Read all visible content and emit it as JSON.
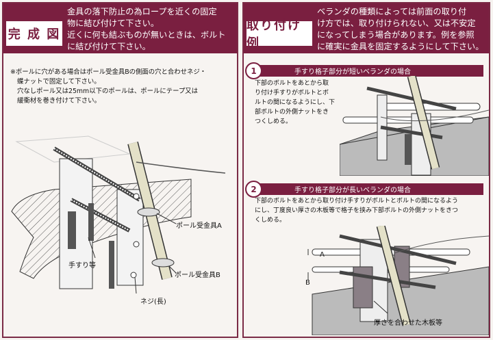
{
  "left_panel": {
    "title": "完 成 図",
    "header_lines": [
      "金具の落下防止の為ロープを近くの固定",
      "物に結び付けて下さい。",
      "近くに何も結ぶものが無いときは、ボルト",
      "に結び付けて下さい。"
    ],
    "note_lines": [
      "※ポールに穴がある場合はポール受金具Bの側面の穴と合わせネジ・",
      "蝶ナットで固定して下さい。",
      "穴なしポール又は25mm以下のポールは、ポールにテープ又は",
      "緩衝材を巻き付けて下さい。"
    ],
    "labels": {
      "receiver_a": "ポール受金具A",
      "handrail": "手すり等",
      "receiver_b": "ポール受金具B",
      "screw": "ネジ(長)"
    }
  },
  "right_panel": {
    "title": "取り付け例",
    "header_lines": [
      "ベランダの種類によっては前面の取り付",
      "け方では、取り付けられない、又は不安定",
      "になってしまう場合があります。例を参照",
      "に確実に金具を固定するようにして下さい。"
    ],
    "step1": {
      "number": "1",
      "heading": "手すり格子部分が短いベランダの場合",
      "desc_lines": [
        "下部のボルトをあとから取",
        "り付け手すりがボルトとボ",
        "ルトの間になるようにし、下",
        "部ボルトの外側ナットをき",
        "つくしめる。"
      ]
    },
    "step2": {
      "number": "2",
      "heading": "手すり格子部分が長いベランダの場合",
      "desc_lines": [
        "下部のボルトをあとから取り付け手すりがボルトとボルトの間になるよう",
        "にし、丁度良い厚さの木板等で格子を挟み下部ボルトの外側ナットをきつ",
        "くしめる。"
      ],
      "label_a": "A",
      "label_b": "B",
      "board_label": "厚さを合わせた木板等"
    }
  }
}
